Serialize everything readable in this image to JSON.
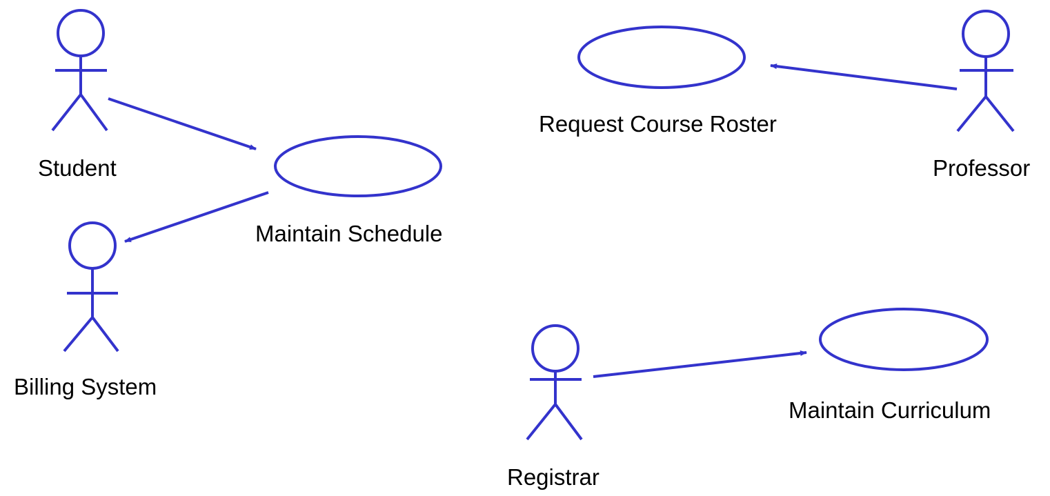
{
  "diagram": {
    "stroke_color": "#3333CC",
    "actors": [
      {
        "id": "student",
        "label": "Student"
      },
      {
        "id": "billing",
        "label": "Billing System"
      },
      {
        "id": "professor",
        "label": "Professor"
      },
      {
        "id": "registrar",
        "label": "Registrar"
      }
    ],
    "use_cases": [
      {
        "id": "maintain-schedule",
        "label": "Maintain Schedule"
      },
      {
        "id": "request-roster",
        "label": "Request Course Roster"
      },
      {
        "id": "maintain-curriculum",
        "label": "Maintain Curriculum"
      }
    ],
    "associations": [
      {
        "from": "student",
        "to": "maintain-schedule"
      },
      {
        "from": "maintain-schedule",
        "to": "billing"
      },
      {
        "from": "professor",
        "to": "request-roster"
      },
      {
        "from": "registrar",
        "to": "maintain-curriculum"
      }
    ]
  }
}
